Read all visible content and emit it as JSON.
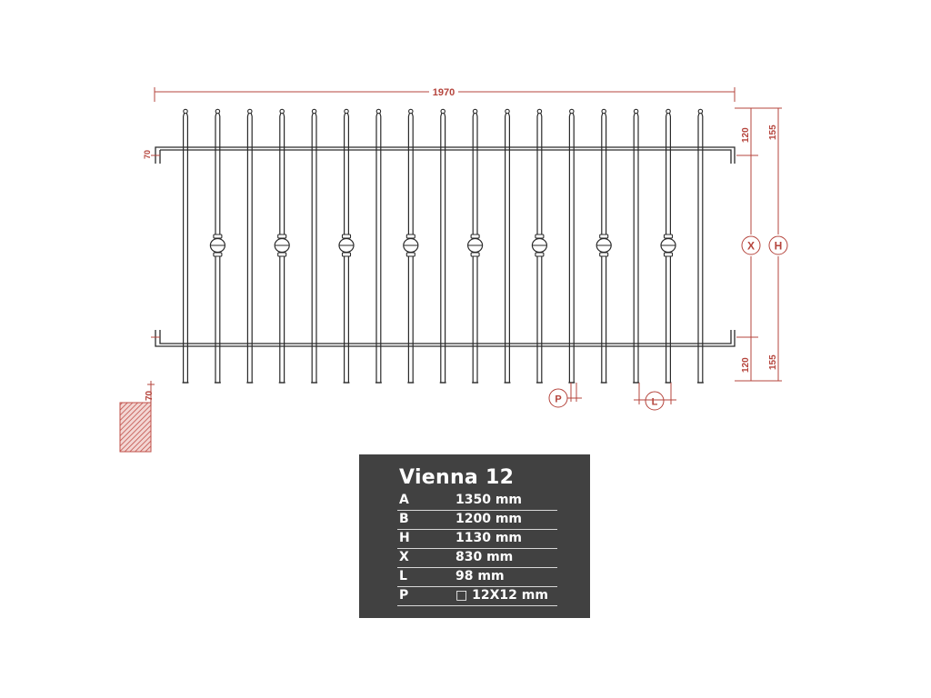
{
  "dimensions": {
    "overall_width": "1970",
    "top_offset": "120",
    "top_offset_total": "155",
    "bottom_offset": "120",
    "bottom_offset_total": "155",
    "wall_depth": "70"
  },
  "callouts": {
    "x": "X",
    "h": "H",
    "p": "P",
    "l": "L"
  },
  "spec": {
    "title": "Vienna 12",
    "rows": [
      {
        "key": "A",
        "value": "1350 mm"
      },
      {
        "key": "B",
        "value": "1200 mm"
      },
      {
        "key": "H",
        "value": "1130 mm"
      },
      {
        "key": "X",
        "value": "830 mm"
      },
      {
        "key": "L",
        "value": "98 mm"
      },
      {
        "key": "P",
        "value": "□ 12X12 mm"
      }
    ]
  },
  "colors": {
    "dimension": "#b5443c",
    "frame": "#2a2a2a",
    "card_bg": "#414141"
  }
}
